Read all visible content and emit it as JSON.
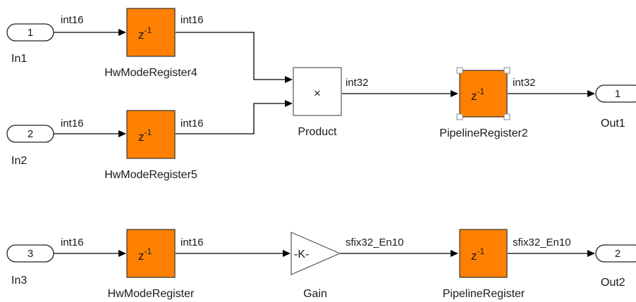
{
  "inports": [
    {
      "number": "1",
      "label": "In1"
    },
    {
      "number": "2",
      "label": "In2"
    },
    {
      "number": "3",
      "label": "In3"
    }
  ],
  "outports": [
    {
      "number": "1",
      "label": "Out1"
    },
    {
      "number": "2",
      "label": "Out2"
    }
  ],
  "blocks": {
    "hw4": {
      "label": "HwModeRegister4",
      "symbol": "z",
      "exponent": "-1"
    },
    "hw5": {
      "label": "HwModeRegister5",
      "symbol": "z",
      "exponent": "-1"
    },
    "hw": {
      "label": "HwModeRegister",
      "symbol": "z",
      "exponent": "-1"
    },
    "product": {
      "label": "Product",
      "symbol": "×"
    },
    "gain": {
      "label": "Gain",
      "symbol": "-K-"
    },
    "pipe2": {
      "label": "PipelineRegister2",
      "symbol": "z",
      "exponent": "-1"
    },
    "pipe": {
      "label": "PipelineRegister",
      "symbol": "z",
      "exponent": "-1"
    }
  },
  "signals": {
    "in1_hw4": "int16",
    "hw4_product": "int16",
    "in2_hw5": "int16",
    "hw5_product": "int16",
    "product_pipe2": "int32",
    "pipe2_out1": "int32",
    "in3_hw": "int16",
    "hw_gain": "int16",
    "gain_pipe": "sfix32_En10",
    "pipe_out2": "sfix32_En10"
  },
  "colors": {
    "delay_block": "#ff8000",
    "wire": "#000000"
  }
}
